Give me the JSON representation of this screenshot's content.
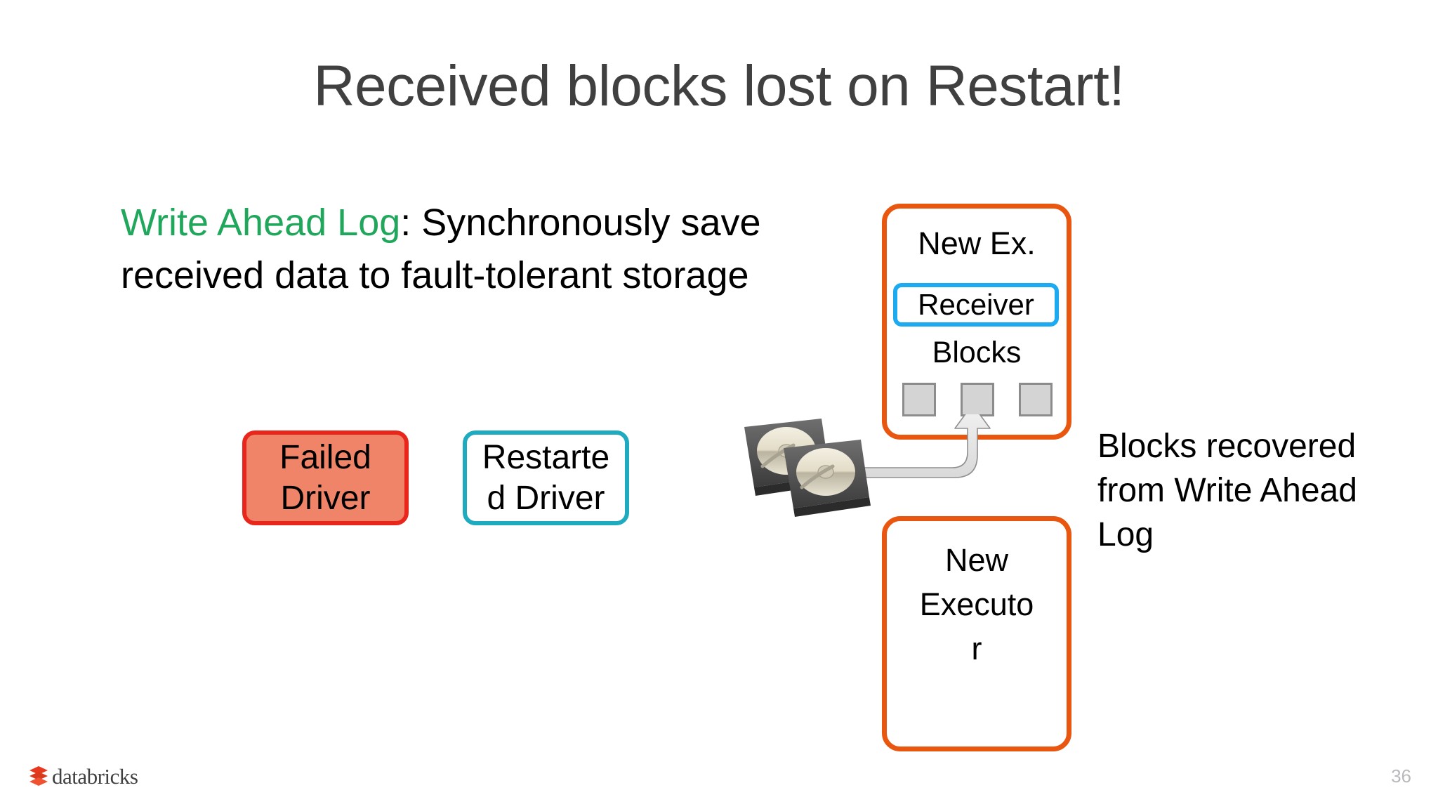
{
  "slide": {
    "title": "Received blocks lost on Restart!",
    "page_number": "36",
    "title_color": "#404040",
    "background": "#ffffff"
  },
  "body": {
    "highlight_label": "Write Ahead Log",
    "highlight_color": "#20a75c",
    "rest_text": ": Synchronously save received data to fault-tolerant storage"
  },
  "diagram": {
    "failed_driver": {
      "label": "Failed Driver",
      "line1": "Failed",
      "line2": "Driver",
      "fill": "#ef8468",
      "border": "#e8261c"
    },
    "restarted_driver": {
      "label": "Restarted Driver",
      "line1": "Restarte",
      "line2": "d Driver",
      "fill": "#ffffff",
      "border": "#1eaabf"
    },
    "new_ex": {
      "label": "New Ex.",
      "border": "#e8560f",
      "receiver": {
        "label": "Receiver",
        "border": "#1eaaf0"
      },
      "blocks_label": "Blocks",
      "blocks": [
        {
          "name": "block-1"
        },
        {
          "name": "block-2"
        },
        {
          "name": "block-3"
        }
      ],
      "block_fill": "#d4d4d4",
      "block_border": "#8c8c8c"
    },
    "new_executor": {
      "label": "New Executor",
      "line1": "New",
      "line2": "Executo",
      "line3": "r",
      "border": "#e8560f"
    },
    "storage_icon": "hard-disk-drive-icon",
    "recovery_arrow": "curved-up-arrow-icon",
    "caption": {
      "line1": "Blocks recovered",
      "line2": "from Write Ahead",
      "line3": "Log"
    }
  },
  "footer": {
    "logo_text": "databricks",
    "logo_icon": "databricks-bricks-icon",
    "logo_color": "#e8391f"
  }
}
